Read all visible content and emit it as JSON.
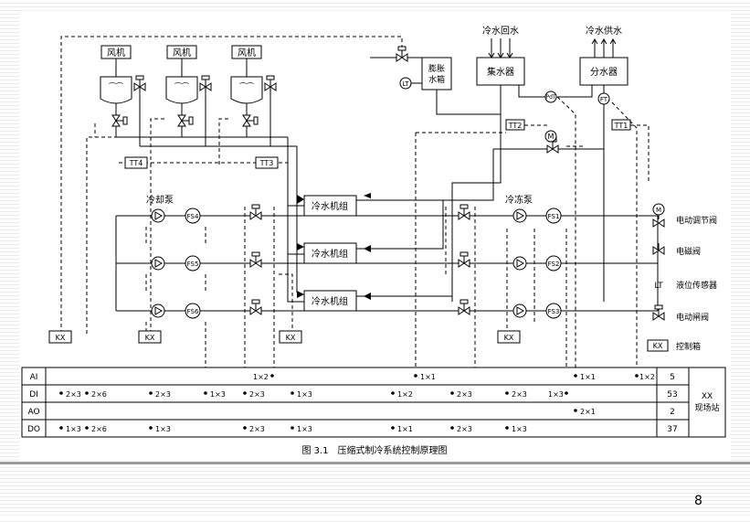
{
  "diagram": {
    "fan_label": "风机",
    "expansion_tank": [
      "膨胀",
      "水箱"
    ],
    "collector": "集水器",
    "distributor": "分水器",
    "chilled_return": "冷水回水",
    "chilled_supply": "冷水供水",
    "chiller_label": "冷水机组",
    "cooling_pump": "冷却泵",
    "chilled_pump": "冷冻泵",
    "kx": "KX",
    "tags": {
      "lt": "LT",
      "m": "M",
      "ft": "FT",
      "pdt": "PdT",
      "tt1": "TT1",
      "tt2": "TT2",
      "tt3": "TT3",
      "tt4": "TT4",
      "fs1": "FS1",
      "fs2": "FS2",
      "fs3": "FS3",
      "fs4": "FS4",
      "fs5": "FS5",
      "fs6": "FS6"
    },
    "legend": {
      "motor_valve": "电动调节阀",
      "solenoid_valve": "电磁阀",
      "lt_abbr": "LT",
      "level_sensor": "液位传感器",
      "motor_gate_valve": "电动闸阀",
      "kx_abbr": "KX",
      "control_box": "控制箱"
    },
    "table": {
      "rows": [
        {
          "type": "AI",
          "points": [
            "1×2",
            "1×1",
            "1×1",
            "1×2"
          ],
          "total": "5"
        },
        {
          "type": "DI",
          "points": [
            "2×3",
            "2×6",
            "2×3",
            "1×3",
            "2×3",
            "1×3",
            "1×2",
            "2×3",
            "2×3",
            "1×3"
          ],
          "total": "53"
        },
        {
          "type": "AO",
          "points": [
            "2×1"
          ],
          "total": "2"
        },
        {
          "type": "DO",
          "points": [
            "1×3",
            "2×6",
            "1×3",
            "2×3",
            "1×3",
            "1×1",
            "2×3",
            "1×3"
          ],
          "total": "37"
        }
      ],
      "station": [
        "XX",
        "现场站"
      ]
    },
    "caption": "图 3.1　压缩式制冷系统控制原理图"
  },
  "page_number": "8"
}
